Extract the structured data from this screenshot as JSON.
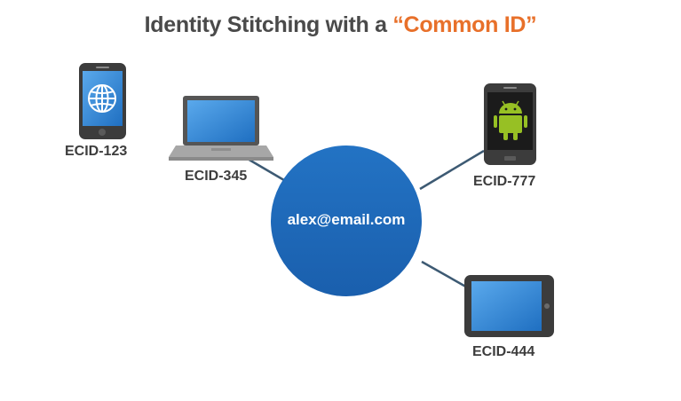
{
  "title": {
    "prefix": "Identity Stitching with a ",
    "accent": "“Common ID”"
  },
  "hub": {
    "label": "alex@email.com",
    "color": "#1d68b9"
  },
  "devices": [
    {
      "type": "phone",
      "icon": "globe-icon",
      "label": "ECID-123"
    },
    {
      "type": "laptop",
      "icon": "laptop-icon",
      "label": "ECID-345"
    },
    {
      "type": "phone",
      "icon": "android-icon",
      "label": "ECID-777"
    },
    {
      "type": "tablet",
      "icon": "tablet-icon",
      "label": "ECID-444"
    }
  ],
  "colors": {
    "title_text": "#4a4a4a",
    "title_accent": "#e8702a",
    "connector": "#3d5a73",
    "screen_blue": "#2f83d6",
    "android_green": "#97c024"
  }
}
